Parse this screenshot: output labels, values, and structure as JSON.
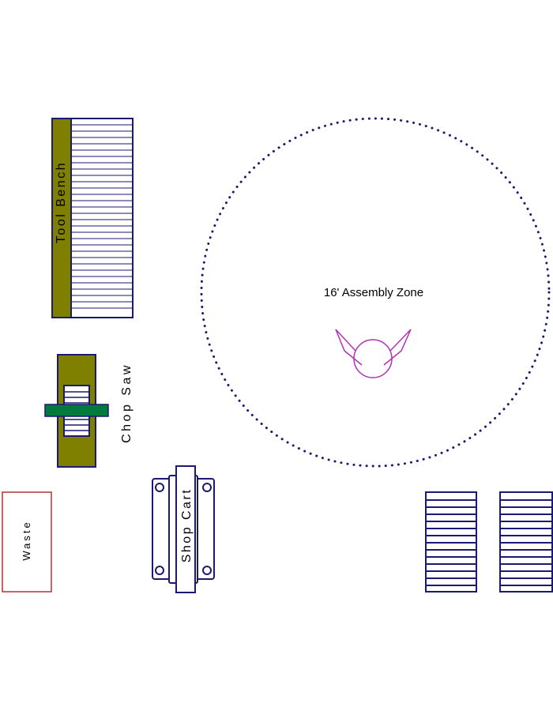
{
  "labels": {
    "tool_bench": "Tool Bench",
    "chop_saw": "Chop Saw",
    "shop_cart": "Shop Cart",
    "waste": "Waste",
    "assembly_zone": "16' Assembly Zone"
  },
  "colors": {
    "background": "#ffffff",
    "outline": "#1a1a6e",
    "bench_fill": "#808000",
    "saw_blade": "#007a3d",
    "waste_border": "#b23232",
    "person": "#b430b4",
    "zone_dots": "#1a1a6e"
  },
  "icons": {
    "person": "person-topview-icon"
  }
}
